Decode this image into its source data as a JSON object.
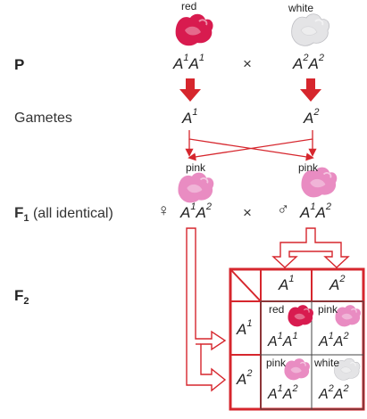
{
  "parents": {
    "row_label": "P",
    "left": {
      "phenotype": "red",
      "allele": "A",
      "sup1": "1",
      "sup2": "1"
    },
    "right": {
      "phenotype": "white",
      "allele": "A",
      "sup1": "2",
      "sup2": "2"
    },
    "cross_symbol": "×"
  },
  "gametes": {
    "row_label": "Gametes",
    "left": {
      "allele": "A",
      "sup": "1"
    },
    "right": {
      "allele": "A",
      "sup": "2"
    }
  },
  "f1": {
    "row_label_main": "F",
    "row_label_sub": "1",
    "row_label_note": " (all identical)",
    "female_symbol": "♀",
    "male_symbol": "♂",
    "left": {
      "phenotype": "pink",
      "allele": "A",
      "sup1": "1",
      "sup2": "2"
    },
    "right": {
      "phenotype": "pink",
      "allele": "A",
      "sup1": "1",
      "sup2": "2"
    },
    "cross_symbol": "×"
  },
  "f2": {
    "row_label_main": "F",
    "row_label_sub": "2",
    "col_headers": [
      {
        "allele": "A",
        "sup": "1"
      },
      {
        "allele": "A",
        "sup": "2"
      }
    ],
    "row_headers": [
      {
        "allele": "A",
        "sup": "1"
      },
      {
        "allele": "A",
        "sup": "2"
      }
    ],
    "cells": [
      {
        "phenotype": "red",
        "allele": "A",
        "sup1": "1",
        "sup2": "1"
      },
      {
        "phenotype": "pink",
        "allele": "A",
        "sup1": "1",
        "sup2": "2"
      },
      {
        "phenotype": "pink",
        "allele": "A",
        "sup1": "1",
        "sup2": "2"
      },
      {
        "phenotype": "white",
        "allele": "A",
        "sup1": "2",
        "sup2": "2"
      }
    ]
  },
  "colors": {
    "accent_red": "#d6262d",
    "flower_red": "#d81b4f",
    "flower_pink": "#e98cc2",
    "flower_white": "#e4e4e6"
  }
}
